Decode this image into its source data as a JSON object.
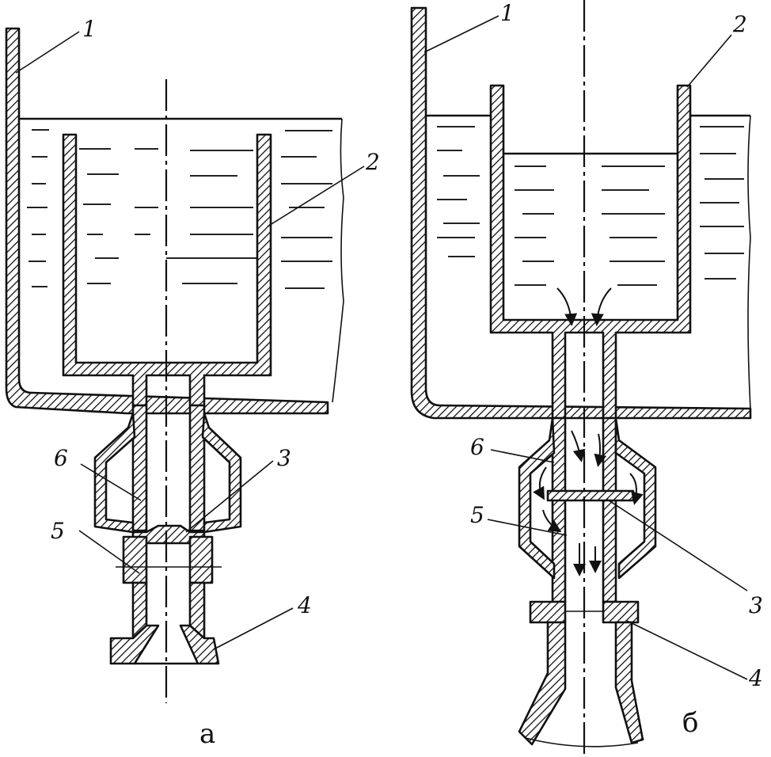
{
  "figure": {
    "panel_a": {
      "caption": "а",
      "labels": {
        "l1": "1",
        "l2": "2",
        "l3": "3",
        "l4": "4",
        "l5": "5",
        "l6": "6"
      }
    },
    "panel_b": {
      "caption": "б",
      "labels": {
        "l1": "1",
        "l2": "2",
        "l3": "3",
        "l4": "4",
        "l5": "5",
        "l6": "6"
      }
    }
  }
}
